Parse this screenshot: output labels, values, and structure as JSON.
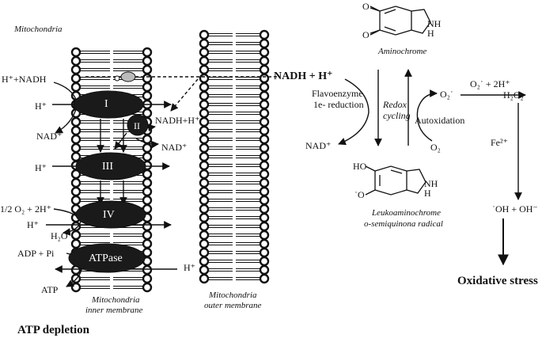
{
  "labels": {
    "mitochondria": "Mitochondria",
    "inner_membrane_1": "Mitochondria",
    "inner_membrane_2": "inner membrane",
    "outer_membrane_1": "Mitochondria",
    "outer_membrane_2": "outer membrane",
    "atp_depletion": "ATP depletion",
    "oxidative_stress": "Oxidative stress",
    "aminochrome": "Aminochrome",
    "leuko_1": "Leukoaminochrome",
    "leuko_2": "o-semiquinona radical",
    "flavoenzyme_1": "Flavoenzyme",
    "flavoenzyme_2": "1e- reduction",
    "redox_1": "Redox",
    "redox_2": "cycling",
    "autoxidation": "Autoxidation"
  },
  "complexes": {
    "c1": "I",
    "c2": "II",
    "c3": "III",
    "c4": "IV",
    "atpase": "ATPase"
  },
  "chem": {
    "h_nadh": "H⁺+NADH",
    "h_plus": "H⁺",
    "nad": "NAD⁺",
    "nadh_h_inner": "NADH+H⁺",
    "nad_ii": "NAD⁺",
    "half_o2": "1/2 O₂ + 2H⁺",
    "h2o": "H₂O",
    "adp_pi": "ADP + Pi",
    "atp": "ATP",
    "nadh_h_main": "NADH + H⁺",
    "nad_right": "NAD⁺",
    "o2": "O₂",
    "superoxide": "O₂˙",
    "superoxide_2h": "O₂˙ + 2H⁺",
    "h2o2": "H₂O₂",
    "fe2": "Fe²⁺",
    "oh_products": "˙OH + OH⁻",
    "ring_o1": "O",
    "ring_o2": "O",
    "ring_nh": "NH",
    "ring_h": "H",
    "ho": "HO",
    "o_radical": "˙O",
    "leuko_nh": "NH",
    "leuko_h": "H"
  }
}
